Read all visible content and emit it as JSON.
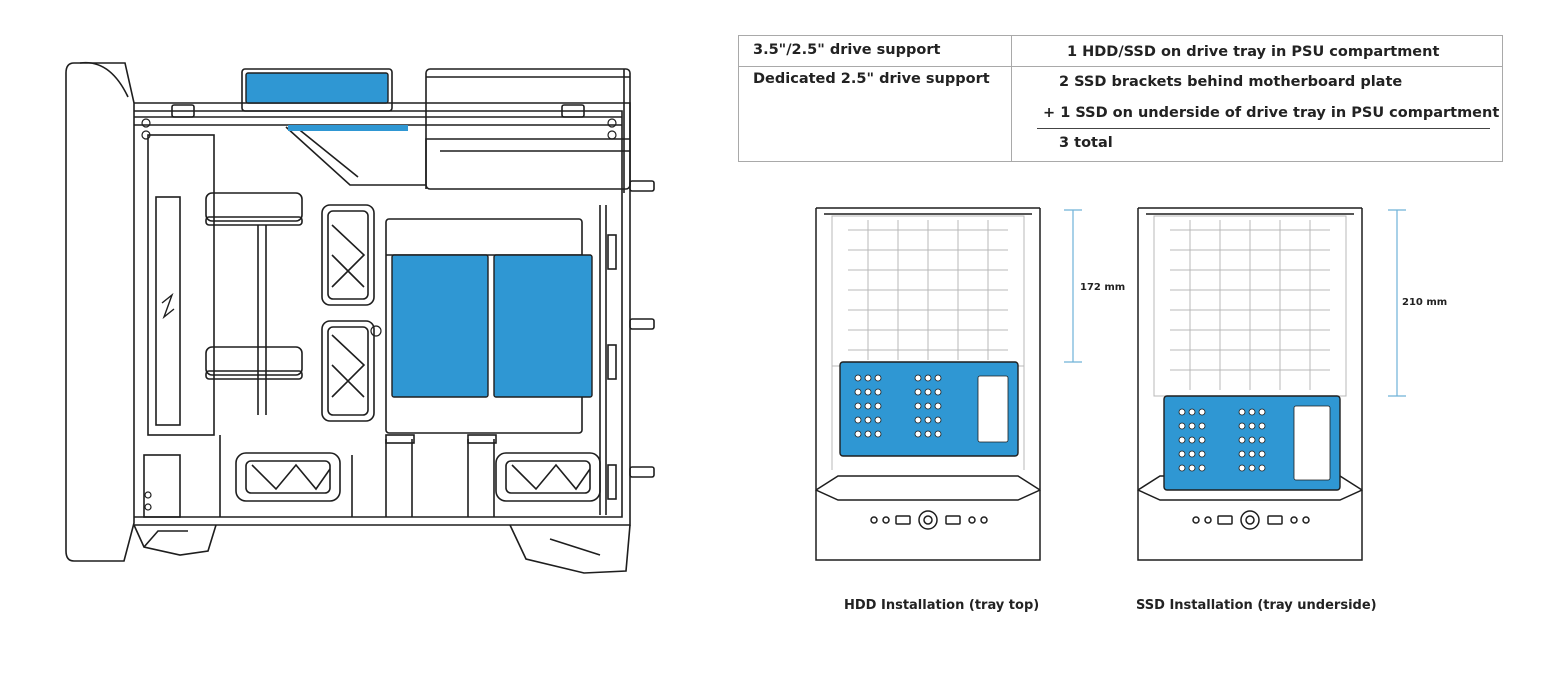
{
  "colors": {
    "accent_blue": "#2f97d3",
    "line": "#1e1e1e",
    "light_line": "#b8b8b8",
    "dimension_line": "#6fb2d8"
  },
  "spec_table": {
    "rows": [
      {
        "label": "3.5\"/2.5\" drive support",
        "values": [
          "1 HDD/SSD on drive tray in PSU compartment"
        ]
      },
      {
        "label": "Dedicated 2.5\" drive support",
        "values": [
          "2 SSD brackets behind motherboard plate",
          "+ 1 SSD on underside of drive tray in PSU compartment",
          "3 total"
        ]
      }
    ]
  },
  "figures": [
    {
      "caption": "HDD Installation (tray top)",
      "dimension": "172 mm"
    },
    {
      "caption": "SSD Installation (tray underside)",
      "dimension": "210 mm"
    }
  ],
  "icons": {
    "case_side": "pc-case-side-view-icon",
    "front_tray_hdd": "pc-case-front-hdd-tray-icon",
    "front_tray_ssd": "pc-case-front-ssd-tray-icon"
  }
}
